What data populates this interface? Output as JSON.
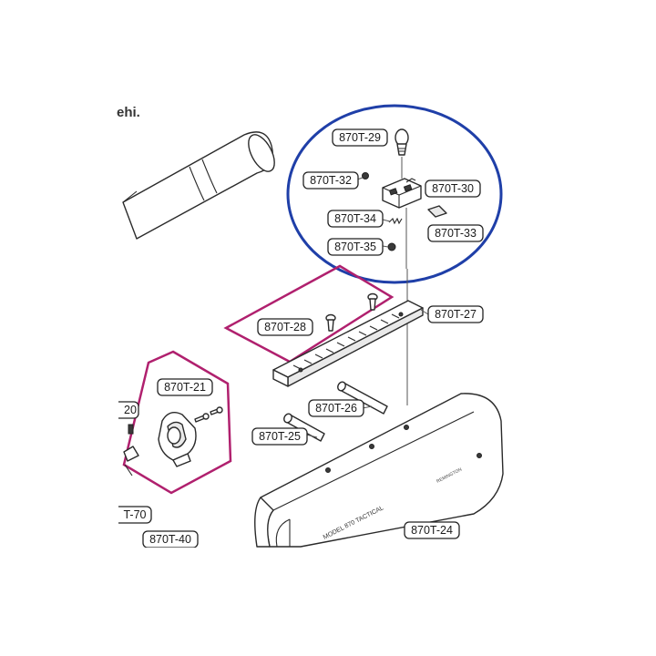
{
  "partial_text": "ehi.",
  "labels": [
    {
      "id": "29",
      "text": "870T-29"
    },
    {
      "id": "32",
      "text": "870T-32"
    },
    {
      "id": "30",
      "text": "870T-30"
    },
    {
      "id": "34",
      "text": "870T-34"
    },
    {
      "id": "33",
      "text": "870T-33"
    },
    {
      "id": "35",
      "text": "870T-35"
    },
    {
      "id": "28",
      "text": "870T-28"
    },
    {
      "id": "27",
      "text": "870T-27"
    },
    {
      "id": "21",
      "text": "870T-21"
    },
    {
      "id": "20",
      "text": "20"
    },
    {
      "id": "26",
      "text": "870T-26"
    },
    {
      "id": "25",
      "text": "870T-25"
    },
    {
      "id": "70",
      "text": "T-70"
    },
    {
      "id": "40",
      "text": "870T-40"
    },
    {
      "id": "24",
      "text": "870T-24"
    }
  ],
  "engravings": {
    "model": "MODEL 870 TACTICAL",
    "brand": "REMINGTON"
  },
  "colors": {
    "highlight_circle": "#1f3fa8",
    "highlight_polygons": "#b0206e",
    "line": "#2a2a2a"
  }
}
